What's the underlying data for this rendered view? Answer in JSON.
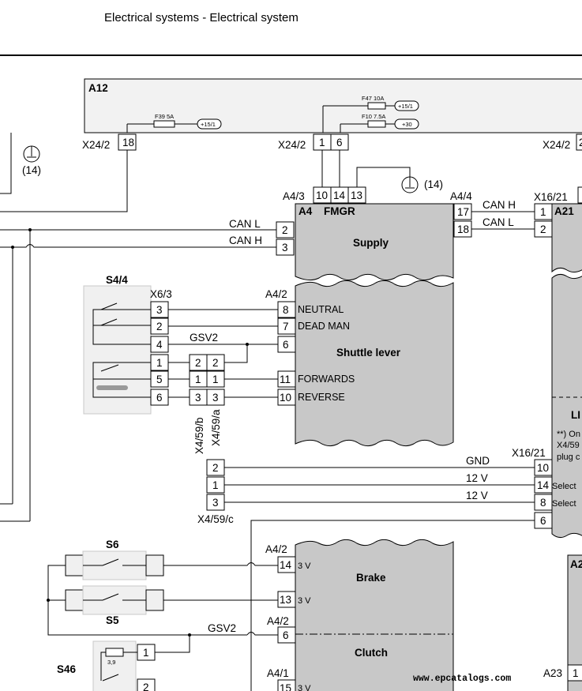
{
  "header": {
    "title": "Electrical systems - Electrical system"
  },
  "watermark": "www.epcatalogs.com",
  "modules": {
    "a12": {
      "name": "A12"
    },
    "a4": {
      "name": "A4",
      "title": "FMGR",
      "supply": "Supply",
      "shuttle": "Shuttle lever",
      "brake": "Brake",
      "clutch": "Clutch"
    },
    "a21": {
      "name": "A21",
      "note_line1": "**) On",
      "note_line2": "X4/59",
      "note_line3": "plug c",
      "cut": "LI"
    },
    "a2x": "A2",
    "a23": "A23"
  },
  "fuses": {
    "f39": "F39 5A",
    "f47": "F47 10A",
    "f10": "F10 7.5A",
    "t15a": "+15/1",
    "t15b": "+15/1",
    "t30": "+30"
  },
  "connectors": {
    "x24_2_left": "X24/2",
    "x24_2_mid": "X24/2",
    "x24_2_right": "X24/2",
    "a4_3": "A4/3",
    "a4_4": "A4/4",
    "x16_21_top": "X16/21",
    "x16_21_mid": "X16/21",
    "x6_3": "X6/3",
    "a4_2_a": "A4/2",
    "a4_2_b": "A4/2",
    "a4_2_c": "A4/2",
    "a4_1": "A4/1",
    "x4_59_b": "X4/59/b",
    "x4_59_a": "X4/59/a",
    "x4_59_c": "X4/59/c"
  },
  "ground_labels": {
    "g1": "(14)",
    "g2": "(14)"
  },
  "switches": {
    "s4_4": "S4/4",
    "s6": "S6",
    "s5": "S5",
    "s46": "S46",
    "resistor": "3,9"
  },
  "signals": {
    "can_l_1": "CAN L",
    "can_h_1": "CAN H",
    "can_h_2": "CAN H",
    "can_l_2": "CAN L",
    "gsv2_1": "GSV2",
    "gsv2_2": "GSV2",
    "gnd": "GND",
    "v12_a": "12 V",
    "v12_b": "12 V",
    "neutral": "NEUTRAL",
    "dead_man": "DEAD MAN",
    "forwards": "FORWARDS",
    "reverse": "REVERSE",
    "v3_a": "3 V",
    "v3_b": "3 V",
    "v3_c": "3 V",
    "select_a": "Select",
    "select_b": "Select"
  },
  "pins": {
    "p18": "18",
    "p1": "1",
    "p6": "6",
    "p2r": "2",
    "p10": "10",
    "p14": "14",
    "p13": "13",
    "can_2": "2",
    "can_3": "3",
    "a4_17": "17",
    "a4_18": "18",
    "a21_1": "1",
    "a21_2": "2",
    "x63_3": "3",
    "x63_2": "2",
    "x63_4": "4",
    "x63_1": "1",
    "x63_5": "5",
    "x63_6": "6",
    "xb_2": "2",
    "xb_1": "1",
    "xb_3": "3",
    "xa_2": "2",
    "xa_1": "1",
    "xa_3": "3",
    "a42_8": "8",
    "a42_7": "7",
    "a42_6": "6",
    "a42_11": "11",
    "a42_10": "10",
    "xc_2": "2",
    "xc_1": "1",
    "xc_3": "3",
    "x1621_10": "10",
    "x1621_14": "14",
    "x1621_8": "8",
    "x1621_6": "6",
    "a42_14": "14",
    "a42_13": "13",
    "a42_6b": "6",
    "a41_15": "15",
    "s46_1": "1",
    "s46_2": "2",
    "a23_1": "1"
  }
}
